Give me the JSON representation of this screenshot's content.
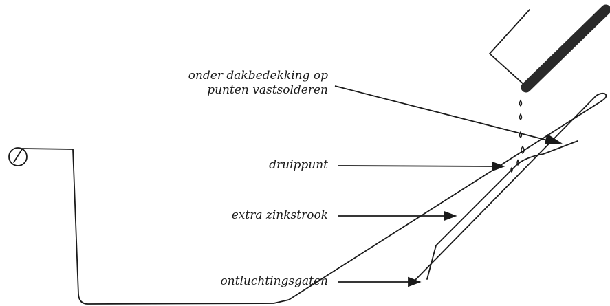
{
  "diagram": {
    "labels": {
      "solder_line1": "onder dakbedekking op",
      "solder_line2": "punten vastsolderen",
      "drip_point": "druippunt",
      "extra_strip": "extra zinkstrook",
      "vent_holes": "ontluchtingsgaten"
    },
    "colors": {
      "ink": "#1a1a1a",
      "roof_cover": "#2a2a2a",
      "background": "#ffffff"
    },
    "icons": [
      "water-drop-icon"
    ]
  }
}
